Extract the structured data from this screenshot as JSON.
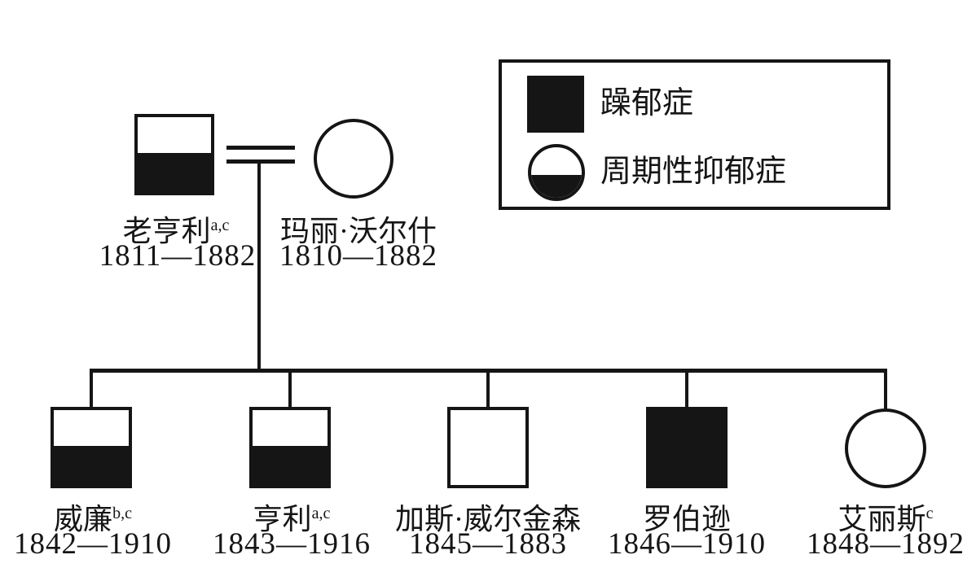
{
  "colors": {
    "ink": "#151515",
    "background": "#ffffff"
  },
  "legend": {
    "items": [
      {
        "icon": "filled-square-icon",
        "label": "躁郁症"
      },
      {
        "icon": "half-filled-circle-icon",
        "label": "周期性抑郁症"
      }
    ]
  },
  "parents": [
    {
      "name": "老亨利",
      "superscript": "a,c",
      "dates": "1811—1882",
      "symbol": "half-filled-square"
    },
    {
      "name": "玛丽·沃尔什",
      "superscript": "",
      "dates": "1810—1882",
      "symbol": "empty-circle"
    }
  ],
  "children": [
    {
      "name": "威廉",
      "superscript": "b,c",
      "dates": "1842—1910",
      "symbol": "half-filled-square"
    },
    {
      "name": "亨利",
      "superscript": "a,c",
      "dates": "1843—1916",
      "symbol": "half-filled-square"
    },
    {
      "name": "加斯·威尔金森",
      "superscript": "",
      "dates": "1845—1883",
      "symbol": "empty-square"
    },
    {
      "name": "罗伯逊",
      "superscript": "",
      "dates": "1846—1910",
      "symbol": "filled-square"
    },
    {
      "name": "艾丽斯",
      "superscript": "c",
      "dates": "1848—1892",
      "symbol": "empty-circle"
    }
  ]
}
